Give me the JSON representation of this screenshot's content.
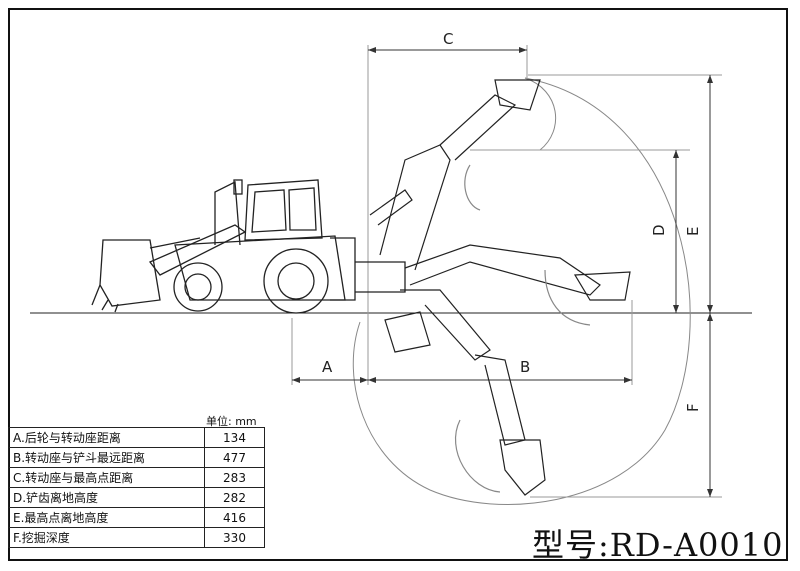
{
  "dimensions": {
    "a": "A",
    "b": "B",
    "c": "C",
    "d": "D",
    "e": "E",
    "f": "F"
  },
  "unit_label": "单位: mm",
  "specs": [
    {
      "label": "A.后轮与转动座距离",
      "value": "134"
    },
    {
      "label": "B.转动座与铲斗最远距离",
      "value": "477"
    },
    {
      "label": "C.转动座与最高点距离",
      "value": "283"
    },
    {
      "label": "D.铲齿离地高度",
      "value": "282"
    },
    {
      "label": "E.最高点离地高度",
      "value": "416"
    },
    {
      "label": "F.挖掘深度",
      "value": "330"
    }
  ],
  "model": "型号:RD-A0010"
}
